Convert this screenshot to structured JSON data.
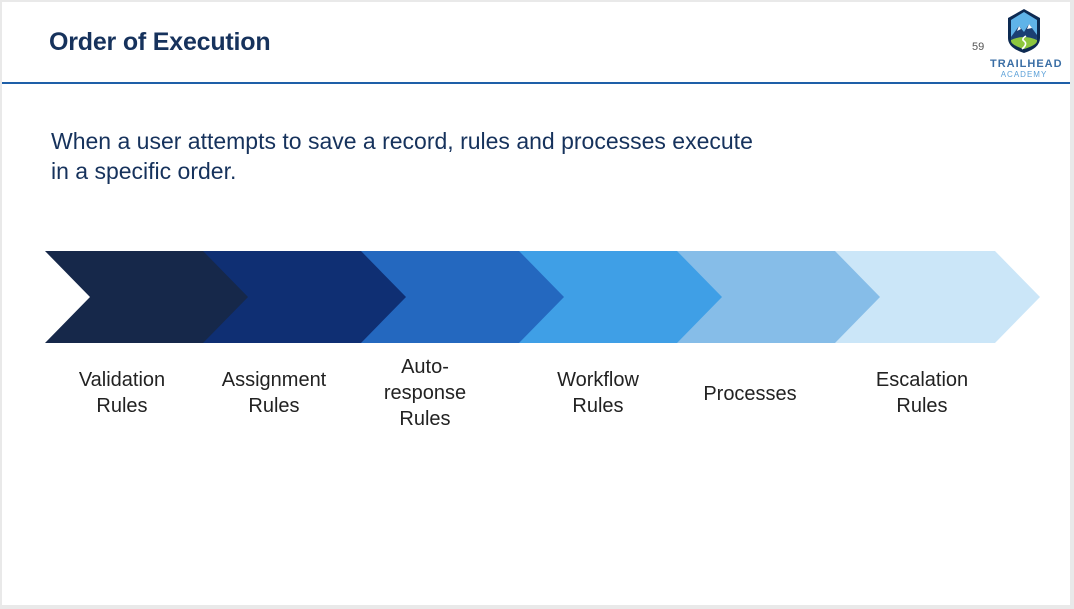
{
  "header": {
    "title": "Order of Execution",
    "page_number": "59",
    "logo": {
      "line1": "TRAILHEAD",
      "line2": "ACADEMY",
      "icon": "trailhead-mountain-icon"
    }
  },
  "intro": "When a user attempts to save a record, rules and processes execute in a specific order.",
  "steps": [
    {
      "label": "Validation Rules",
      "color": "#16284a"
    },
    {
      "label": "Assignment Rules",
      "color": "#0f2f73"
    },
    {
      "label": "Auto-response Rules",
      "color": "#2468bf"
    },
    {
      "label": "Workflow Rules",
      "color": "#3f9fe6"
    },
    {
      "label": "Processes",
      "color": "#86bde8"
    },
    {
      "label": "Escalation Rules",
      "color": "#cbe6f8"
    }
  ]
}
